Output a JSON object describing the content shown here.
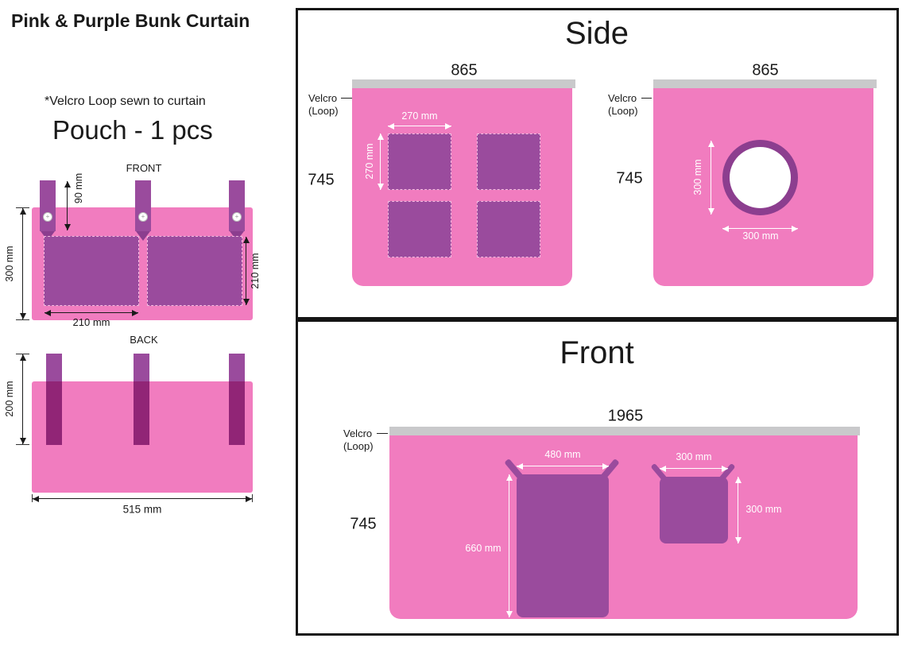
{
  "title": "Pink & Purple Bunk Curtain",
  "colors": {
    "pink": "#F17CBF",
    "purple": "#9A4B9D",
    "purple-dark": "#8C3E8F",
    "gray": "#C9C9CB",
    "ink": "#1A1A1A"
  },
  "icons": {
    "button_cross": "+"
  },
  "pouch": {
    "note": "*Velcro Loop sewn to curtain",
    "heading": "Pouch - 1 pcs",
    "front": {
      "label": "FRONT",
      "tab_height": "90 mm",
      "height": "300 mm",
      "pocket_width": "210 mm",
      "pocket_height": "210 mm"
    },
    "back": {
      "label": "BACK",
      "strap_height": "200 mm",
      "width": "515 mm"
    }
  },
  "side": {
    "title": "Side",
    "left": {
      "width": "865",
      "height": "745",
      "velcro": "Velcro\n(Loop)",
      "pocket_width": "270 mm",
      "pocket_height": "270 mm"
    },
    "right": {
      "width": "865",
      "height": "745",
      "velcro": "Velcro\n(Loop)",
      "hole_height": "300 mm",
      "hole_width": "300 mm"
    }
  },
  "front": {
    "title": "Front",
    "width": "1965",
    "height": "745",
    "velcro": "Velcro\n(Loop)",
    "large_pocket": {
      "width": "480 mm",
      "height": "660 mm"
    },
    "small_pocket": {
      "width": "300 mm",
      "height": "300 mm"
    }
  }
}
